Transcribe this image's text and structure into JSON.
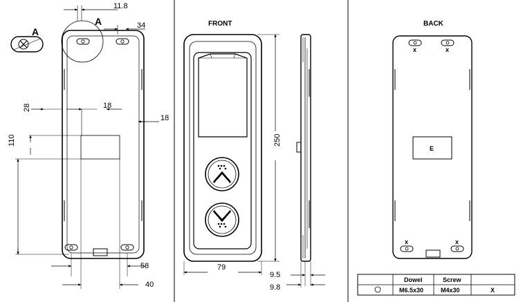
{
  "views": {
    "front_title": "FRONT",
    "back_title": "BACK",
    "detail_label_left": "A",
    "detail_label_right": "A",
    "back_center_label": "E"
  },
  "dimensions": {
    "d_11_8": "11.8",
    "d_34": "34",
    "d_28": "28",
    "d_18_mid": "18",
    "d_18_right": "18",
    "d_110": "110",
    "d_58": "58",
    "d_40": "40",
    "d_250": "250",
    "d_79": "79",
    "d_9_5": "9.5",
    "d_9_8": "9.8"
  },
  "back_marks": {
    "top_left": "x",
    "top_right": "x",
    "bottom_left": "x",
    "bottom_right": "x"
  },
  "table": {
    "headers": [
      "",
      "Dowel",
      "Screw",
      ""
    ],
    "row": [
      "",
      "M6.5x30",
      "M4x30",
      "X"
    ]
  }
}
